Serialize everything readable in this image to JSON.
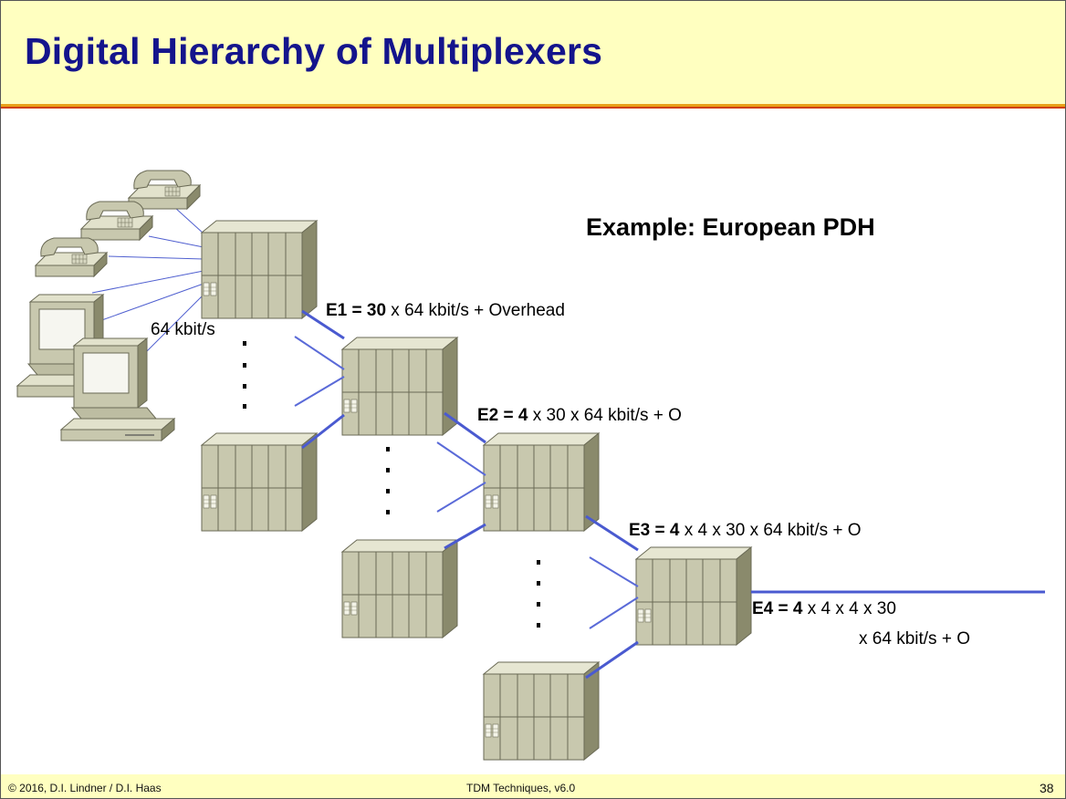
{
  "title": "Digital Hierarchy of Multiplexers",
  "example_title": "Example:  European PDH",
  "rate_label": "64 kbit/s",
  "levels": [
    {
      "name": "E1 = 30",
      "formula": " x 64 kbit/s + Overhead"
    },
    {
      "name": "E2 = 4",
      "formula": " x 30 x 64 kbit/s + O"
    },
    {
      "name": "E3 = 4",
      "formula": " x 4 x 30 x 64 kbit/s + O"
    },
    {
      "name": "E4 = 4",
      "formula": " x 4 x 4 x 30",
      "formula_line2": "x 64 kbit/s + O"
    }
  ],
  "footer": {
    "copyright": "© 2016, D.I. Lindner / D.I. Haas",
    "center": "TDM Techniques, v6.0",
    "page": "38"
  },
  "colors": {
    "title": "#14148c",
    "header_bg": "#ffffc0",
    "link": "#4a5ad0",
    "device": "#c8c8ae"
  },
  "icons": [
    "telephone-icon",
    "workstation-icon",
    "multiplexer-icon"
  ]
}
